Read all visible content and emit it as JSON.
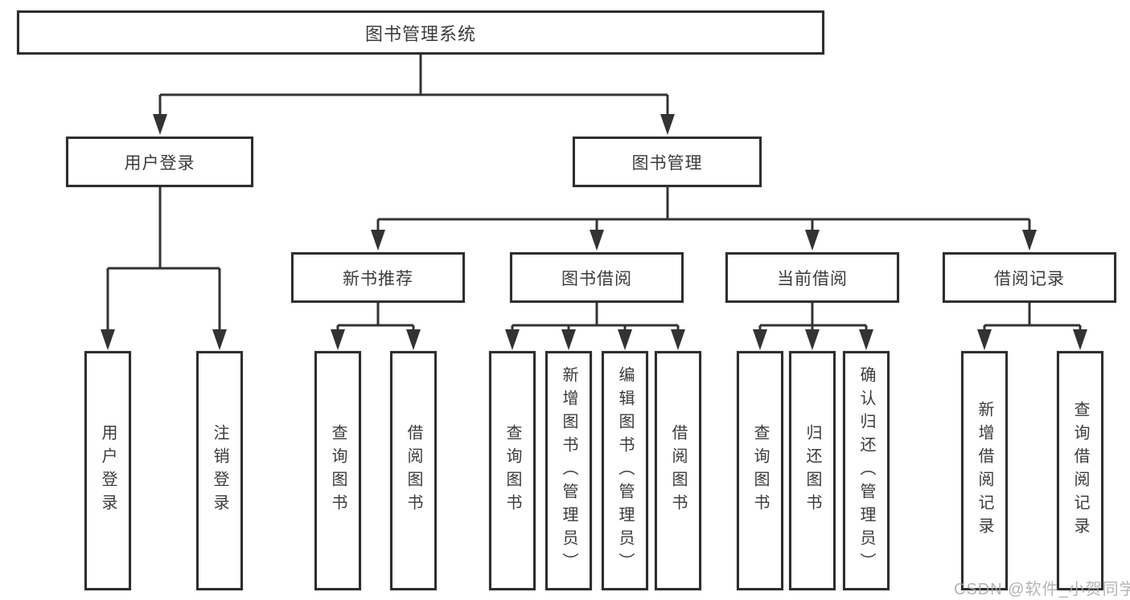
{
  "diagram": {
    "watermark": "CSDN @软件_小贺同学",
    "colors": {
      "line": "#333333",
      "border": "#2e2e2e",
      "text": "#3b3b3b",
      "watermark": "#a8a8a8",
      "box_bg": "#ffffff",
      "background": "#ffffff"
    },
    "root": {
      "label": "图书管理系统"
    },
    "branches": [
      {
        "label": "用户登录",
        "children": [
          {
            "label": "用户登录"
          },
          {
            "label": "注销登录"
          }
        ]
      },
      {
        "label": "图书管理",
        "children": [
          {
            "label": "新书推荐",
            "children": [
              {
                "label": "查询图书"
              },
              {
                "label": "借阅图书"
              }
            ]
          },
          {
            "label": "图书借阅",
            "children": [
              {
                "label": "查询图书"
              },
              {
                "label": "新增图书（管理员）"
              },
              {
                "label": "编辑图书（管理员）"
              },
              {
                "label": "借阅图书"
              }
            ]
          },
          {
            "label": "当前借阅",
            "children": [
              {
                "label": "查询图书"
              },
              {
                "label": "归还图书"
              },
              {
                "label": "确认归还（管理员）"
              }
            ]
          },
          {
            "label": "借阅记录",
            "children": [
              {
                "label": "新增借阅记录"
              },
              {
                "label": "查询借阅记录"
              }
            ]
          }
        ]
      }
    ]
  }
}
